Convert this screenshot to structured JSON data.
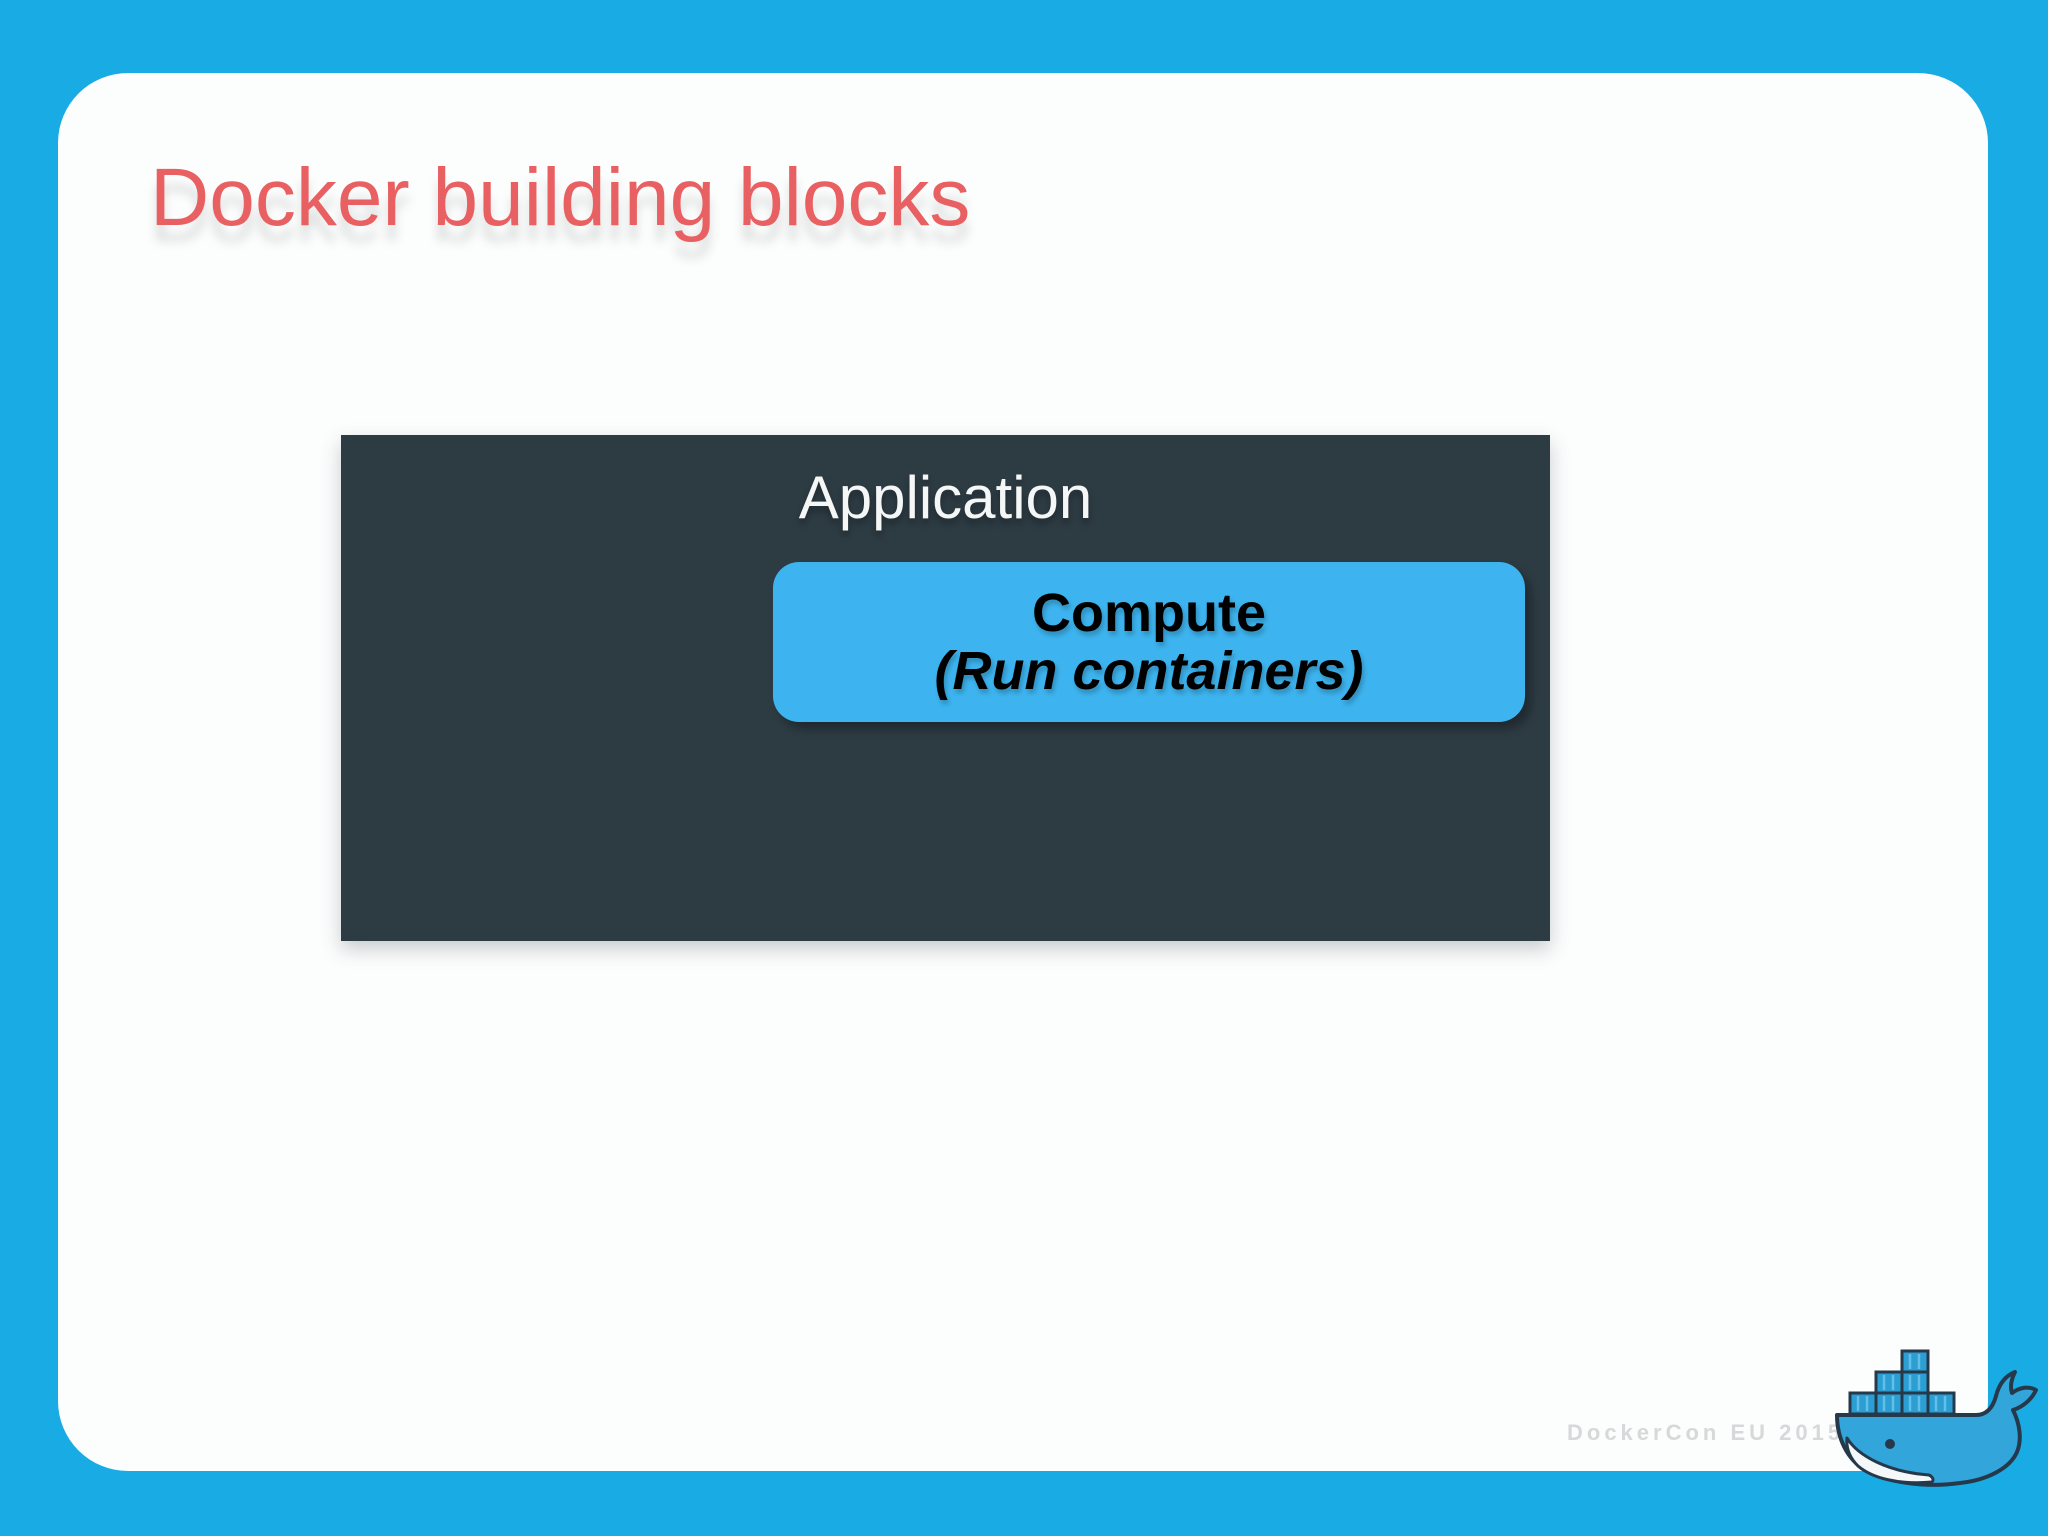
{
  "slide": {
    "title": "Docker building blocks"
  },
  "diagram": {
    "application_label": "Application",
    "compute_title": "Compute",
    "compute_subtitle": "(Run containers)"
  },
  "footer": {
    "watermark": "DockerCon EU 2015"
  },
  "icons": {
    "footer_logo": "docker-whale-icon"
  },
  "colors": {
    "background_blue": "#19ace4",
    "card_white": "#fcfdfd",
    "title_red": "#e86062",
    "application_box_dark": "#2d3b43",
    "application_text": "#f5f7f7",
    "compute_box_blue": "#3db4ef",
    "compute_text": "#000000",
    "watermark_gray": "#d7d8d9",
    "whale_body_blue": "#32a5da",
    "whale_outline_navy": "#25394b",
    "whale_container_blue": "#2b9ed3",
    "whale_belly_white": "#f4f8f9"
  }
}
